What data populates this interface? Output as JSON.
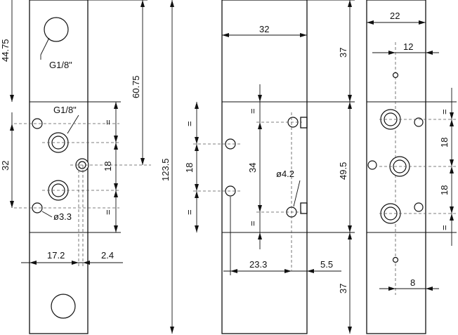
{
  "front_view": {
    "height_top": "44.75",
    "height_upper": "60.75",
    "pitch": "32",
    "port_label_top": "G1/8\"",
    "port_label_mid": "G1/8\"",
    "equal_mark_1": "=",
    "equal_mark_2": "=",
    "port_spacing": "18",
    "hole_dia": "ø3.3",
    "width_offset": "17.2",
    "edge_offset": "2.4",
    "total_height": "123.5"
  },
  "side_view": {
    "width": "32",
    "top_block": "37",
    "equal_mark_1": "=",
    "equal_mark_2": "=",
    "equal_mark_3": "=",
    "equal_mark_4": "=",
    "port_spacing": "18",
    "hole_pitch": "34",
    "hole_dia": "ø4.2",
    "middle_height": "49.5",
    "offset_x": "23.3",
    "offset_edge": "5.5",
    "bottom_block": "37"
  },
  "end_view": {
    "width": "22",
    "offset_top": "12",
    "spacing_upper": "18",
    "spacing_lower": "18",
    "equal_mark_1": "=",
    "equal_mark_2": "=",
    "offset_bottom": "8"
  }
}
